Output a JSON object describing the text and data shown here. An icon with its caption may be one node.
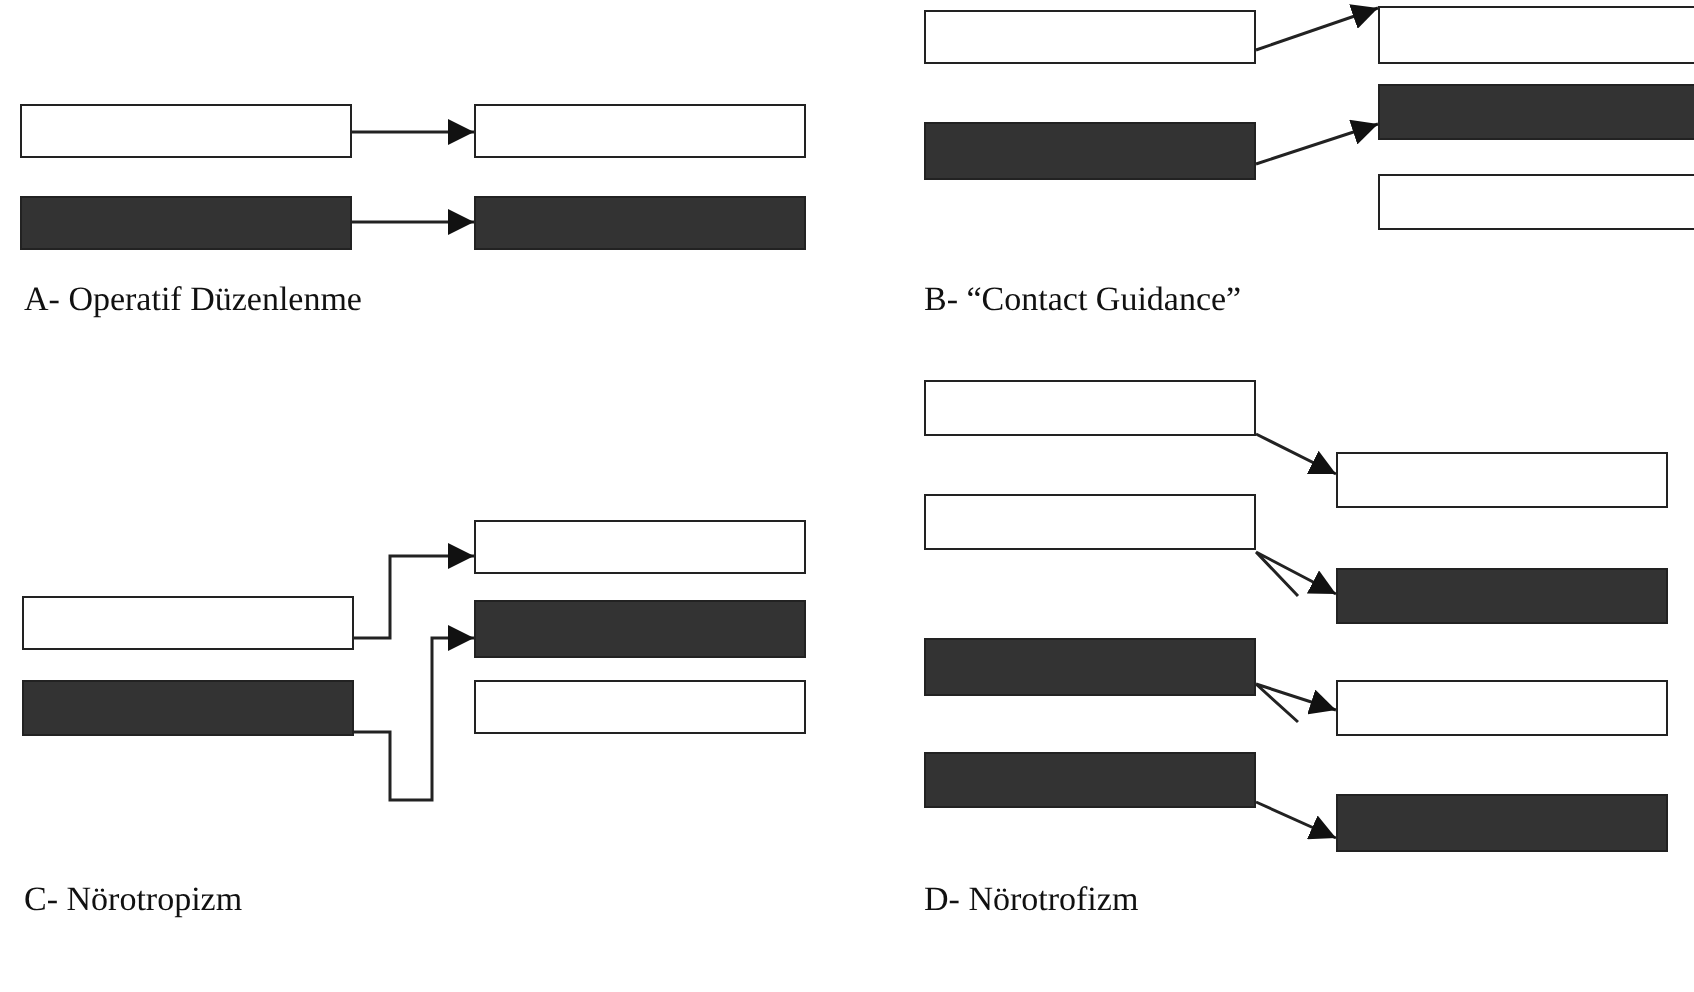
{
  "diagram": {
    "nodes": [
      {
        "text": [],
        "shape": "box"
      },
      {
        "text": [],
        "shape": "box"
      },
      {
        "text": [],
        "shape": "box"
      },
      {
        "text": [],
        "shape": "box"
      },
      {
        "text": [],
        "shape": "box"
      },
      {
        "text": [],
        "shape": "box"
      },
      {
        "text": [],
        "shape": "box"
      },
      {
        "text": [],
        "shape": "box"
      },
      {
        "text": [],
        "shape": "box"
      },
      {
        "text": [],
        "shape": "box"
      },
      {
        "text": [],
        "shape": "box"
      },
      {
        "text": [],
        "shape": "box"
      },
      {
        "text": [],
        "shape": "box"
      },
      {
        "text": [],
        "shape": "box"
      },
      {
        "text": [],
        "shape": "box"
      },
      {
        "text": [],
        "shape": "box"
      },
      {
        "text": [],
        "shape": "box"
      },
      {
        "text": [],
        "shape": "box"
      },
      {
        "text": [],
        "shape": "box"
      },
      {
        "text": [],
        "shape": "box"
      },
      {
        "text": [],
        "shape": "box"
      },
      {
        "text": [],
        "shape": "box"
      }
    ],
    "edges": [
      {
        "from": 0,
        "to": 1,
        "arrow": "to"
      },
      {
        "from": 2,
        "to": 3,
        "arrow": "to"
      },
      {
        "from": 4,
        "to": 5,
        "arrow": "to"
      },
      {
        "from": 7,
        "to": 6,
        "arrow": "to"
      },
      {
        "from": 10,
        "to": 9,
        "arrow": "to"
      },
      {
        "from": 12,
        "to": 11,
        "arrow": "to"
      },
      {
        "from": 14,
        "to": 15,
        "arrow": "to"
      },
      {
        "from": 16,
        "to": 17,
        "arrow": "to"
      },
      {
        "from": 18,
        "to": 19,
        "arrow": "to"
      },
      {
        "from": 20,
        "to": 21,
        "arrow": "to"
      }
    ],
    "labels": [
      "A- Operatif Düzenlenme",
      "B- “Contact Guidance”",
      "C- Nörotropizm",
      "D- Nörotrofizm"
    ]
  }
}
